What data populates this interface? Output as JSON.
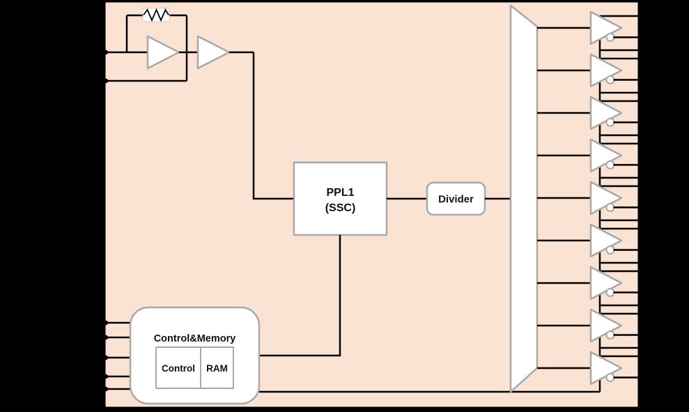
{
  "colors": {
    "canvas_bg": "#000000",
    "diagram_fill": "#FAE3D3",
    "diagram_border": "#000000",
    "block_fill": "#FFFFFF",
    "block_border": "#A8A8A8",
    "wire": "#000000"
  },
  "blocks": {
    "pll": {
      "label_line1": "PPL1",
      "label_line2": "(SSC)"
    },
    "divider": {
      "label": "Divider"
    },
    "control_memory": {
      "title": "Control&Memory",
      "cells": [
        {
          "label": "Control"
        },
        {
          "label": "RAM"
        }
      ]
    }
  },
  "output_stage": {
    "buffer_count": 9
  },
  "left_pins": {
    "oscillator_pin_count": 2,
    "control_pin_count": 5
  }
}
